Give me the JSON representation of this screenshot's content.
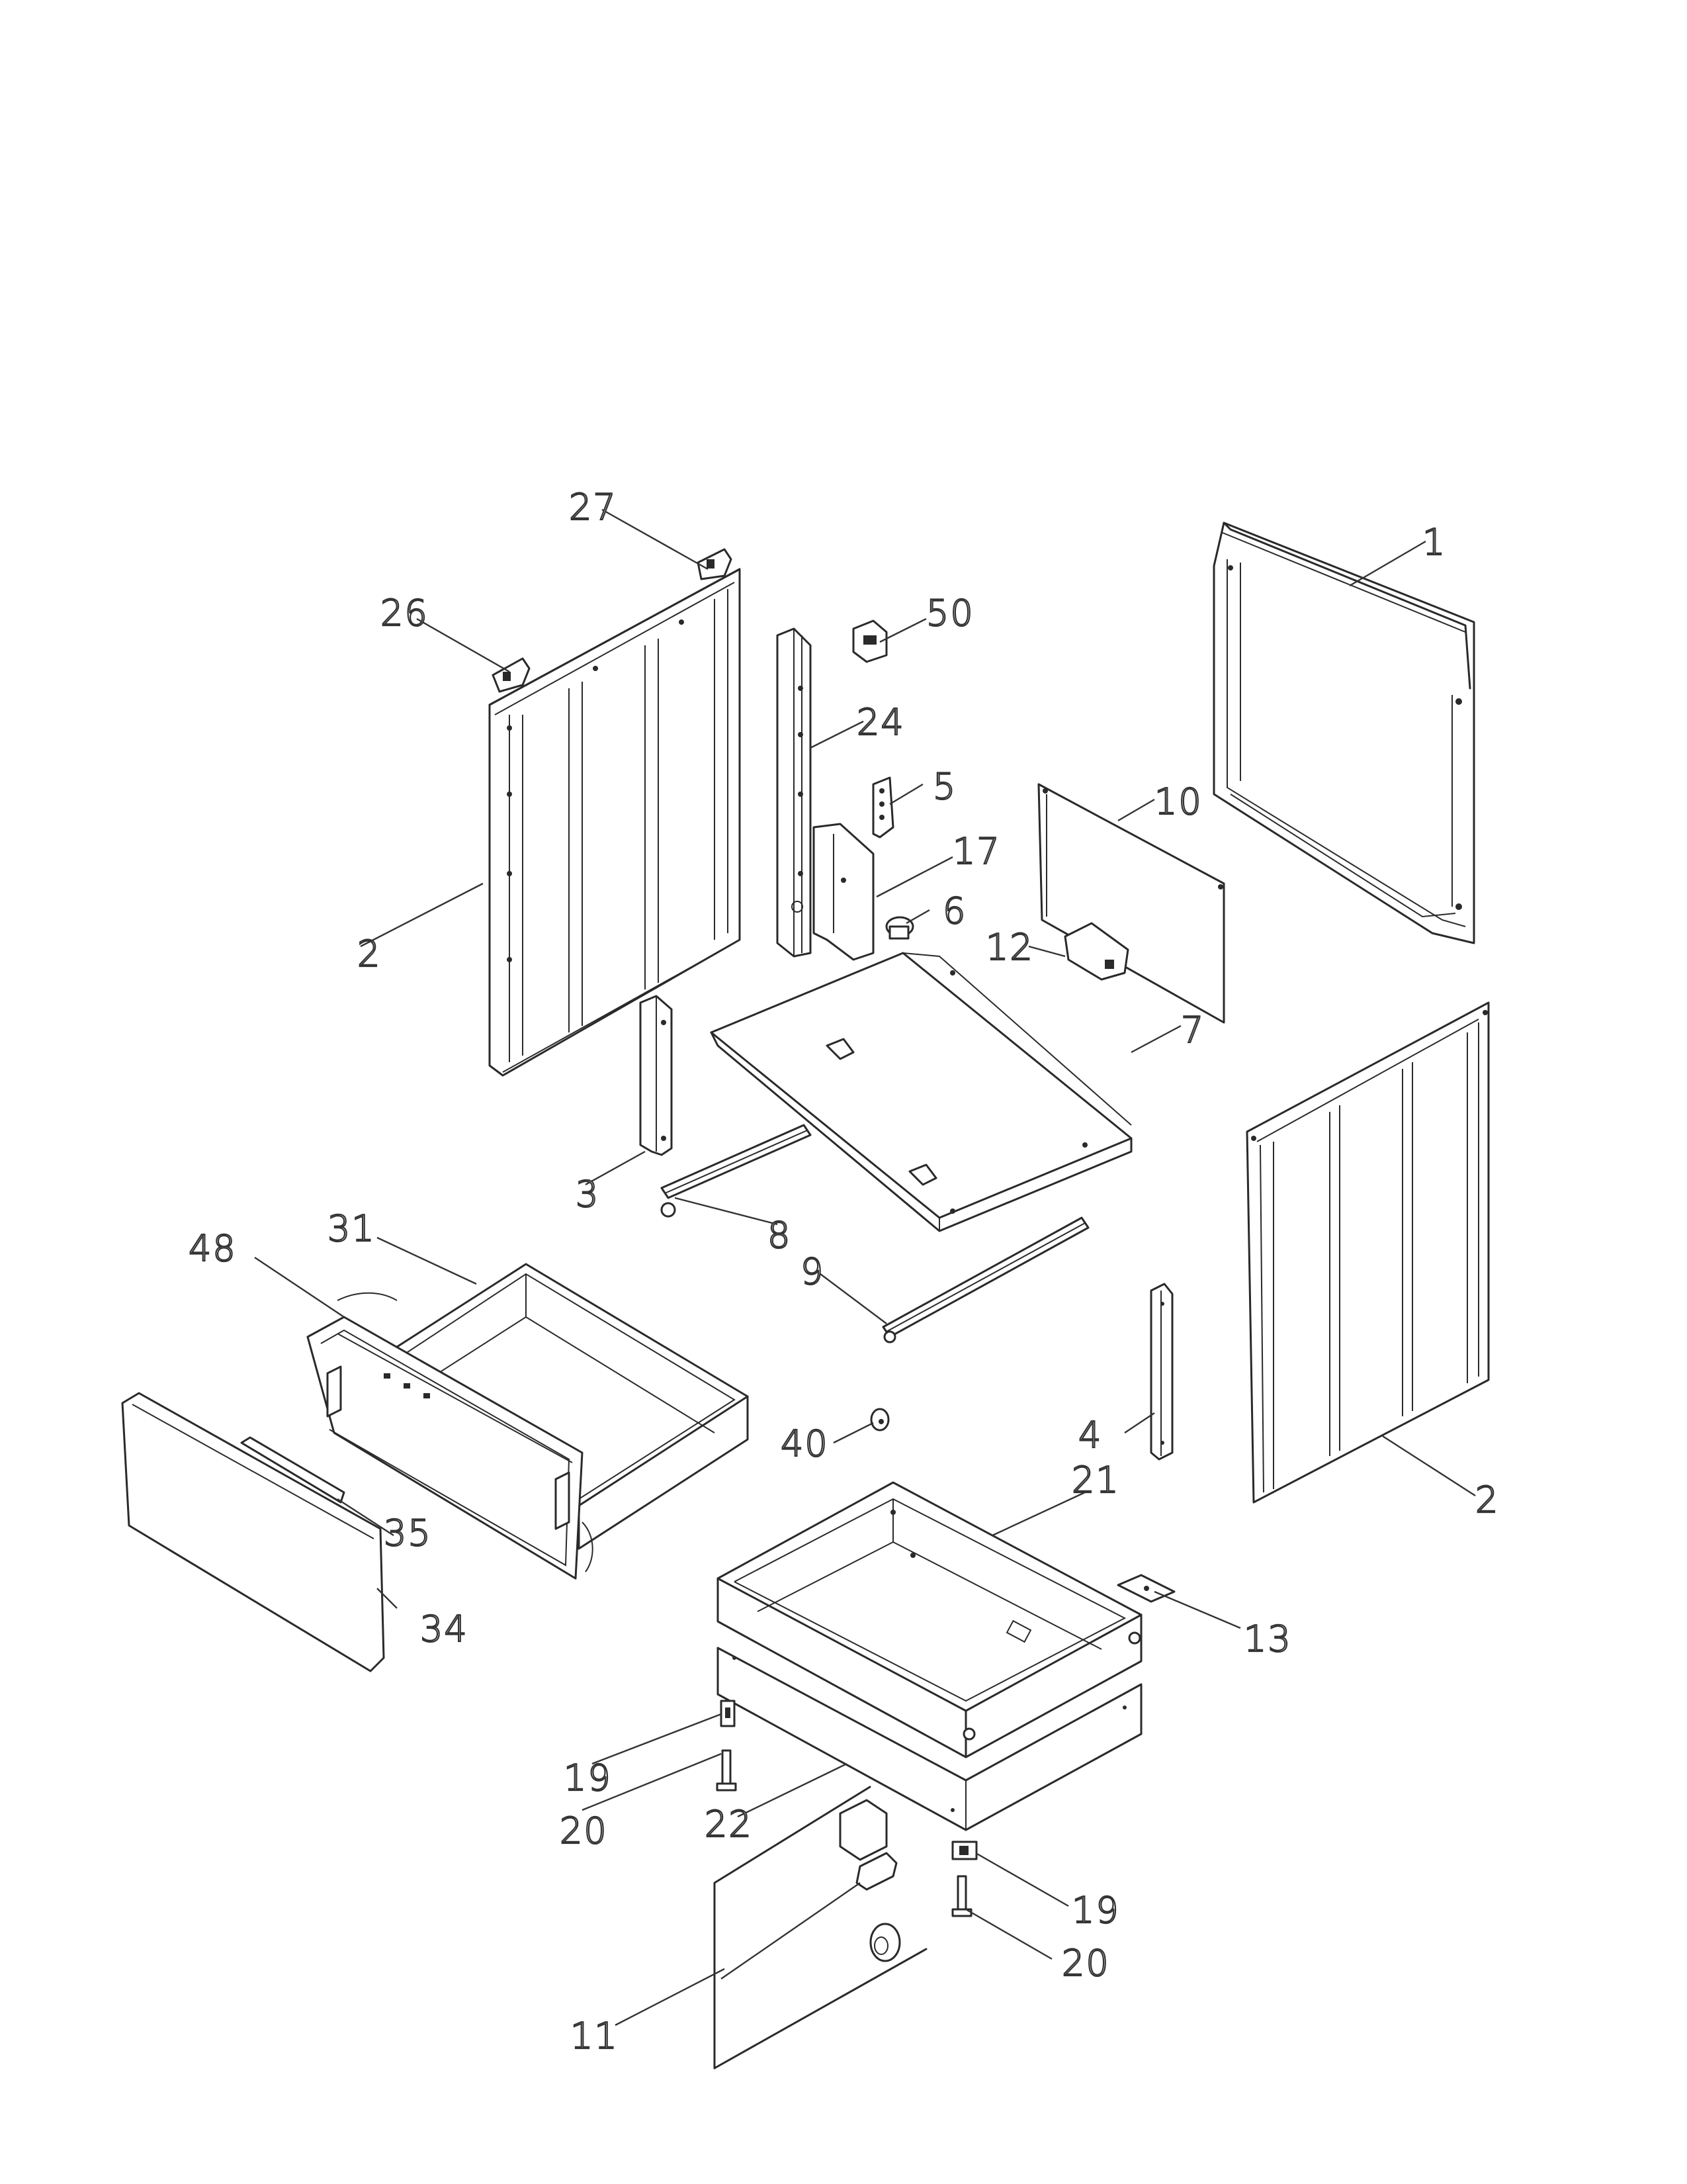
{
  "callouts": [
    {
      "id": "c1",
      "label": "1"
    },
    {
      "id": "c2a",
      "label": "2"
    },
    {
      "id": "c2b",
      "label": "2"
    },
    {
      "id": "c3",
      "label": "3"
    },
    {
      "id": "c4",
      "label": "4"
    },
    {
      "id": "c5",
      "label": "5"
    },
    {
      "id": "c6",
      "label": "6"
    },
    {
      "id": "c7",
      "label": "7"
    },
    {
      "id": "c8",
      "label": "8"
    },
    {
      "id": "c9",
      "label": "9"
    },
    {
      "id": "c10",
      "label": "10"
    },
    {
      "id": "c11",
      "label": "11"
    },
    {
      "id": "c12",
      "label": "12"
    },
    {
      "id": "c13",
      "label": "13"
    },
    {
      "id": "c17",
      "label": "17"
    },
    {
      "id": "c19a",
      "label": "19"
    },
    {
      "id": "c19b",
      "label": "19"
    },
    {
      "id": "c20a",
      "label": "20"
    },
    {
      "id": "c20b",
      "label": "20"
    },
    {
      "id": "c21",
      "label": "21"
    },
    {
      "id": "c22",
      "label": "22"
    },
    {
      "id": "c24",
      "label": "24"
    },
    {
      "id": "c26",
      "label": "26"
    },
    {
      "id": "c27",
      "label": "27"
    },
    {
      "id": "c31",
      "label": "31"
    },
    {
      "id": "c34",
      "label": "34"
    },
    {
      "id": "c35",
      "label": "35"
    },
    {
      "id": "c40",
      "label": "40"
    },
    {
      "id": "c48",
      "label": "48"
    },
    {
      "id": "c50",
      "label": "50"
    }
  ]
}
